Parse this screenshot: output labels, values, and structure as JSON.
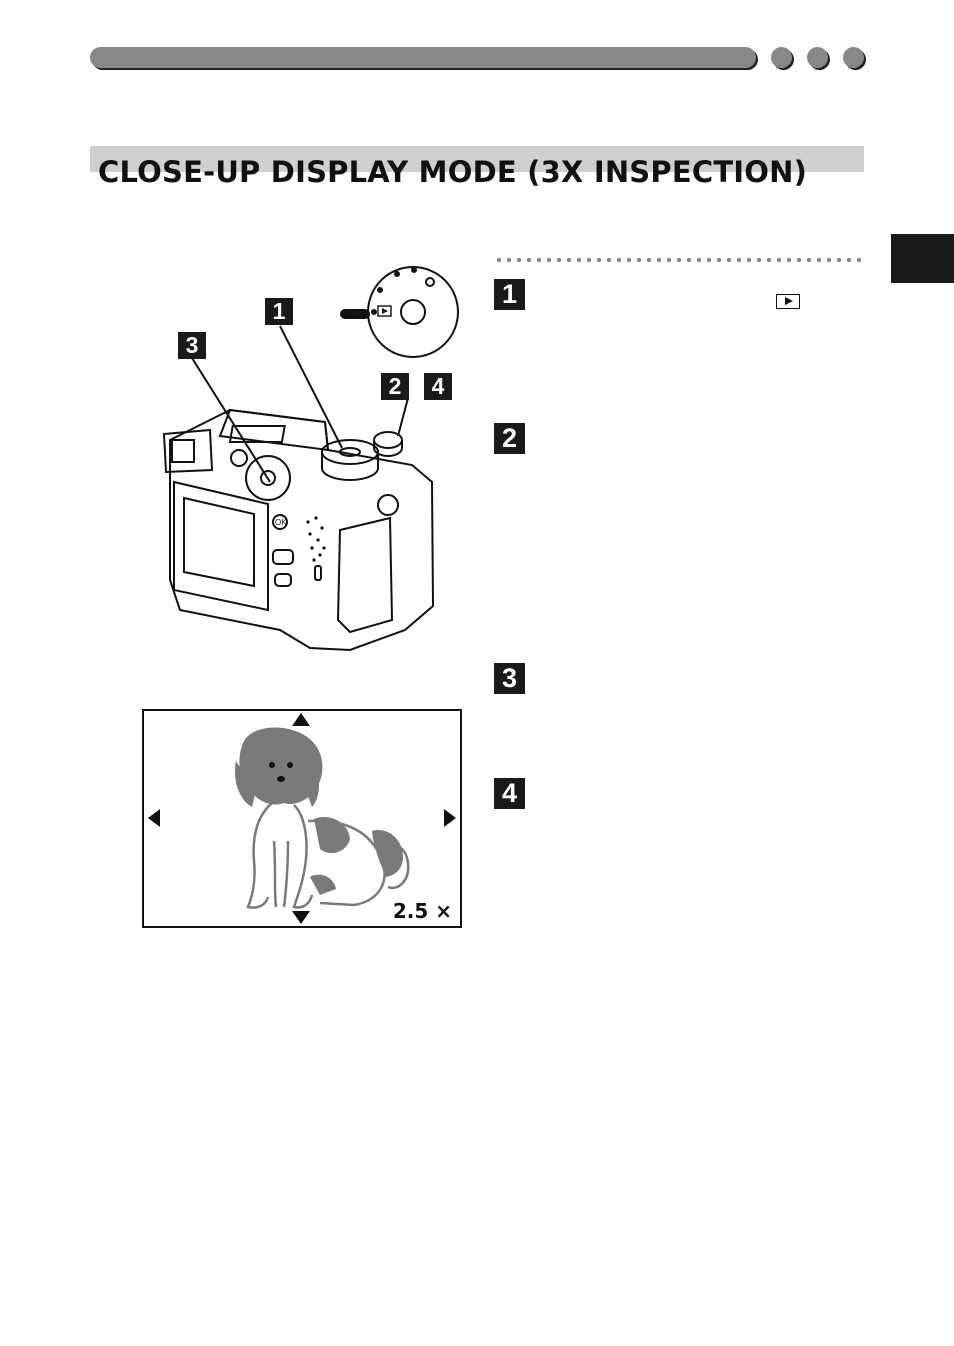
{
  "page": {
    "title": "CLOSE-UP DISPLAY MODE (3X INSPECTION)"
  },
  "steps": [
    {
      "number": "1"
    },
    {
      "number": "2"
    },
    {
      "number": "3"
    },
    {
      "number": "4"
    }
  ],
  "callouts": {
    "c1": "1",
    "c3": "3",
    "c2": "2",
    "c4": "4"
  },
  "lcd": {
    "zoom_label": "2.5 ×"
  },
  "icons": {
    "play": "playback-icon",
    "nav_up": "arrow-up-icon",
    "nav_down": "arrow-down-icon",
    "nav_left": "arrow-left-icon",
    "nav_right": "arrow-right-icon"
  },
  "colors": {
    "header_bar": "#888888",
    "title_band": "#cfcfcf",
    "step_badge": "#1a1a1a",
    "dog_fill": "#7a7a7a"
  }
}
